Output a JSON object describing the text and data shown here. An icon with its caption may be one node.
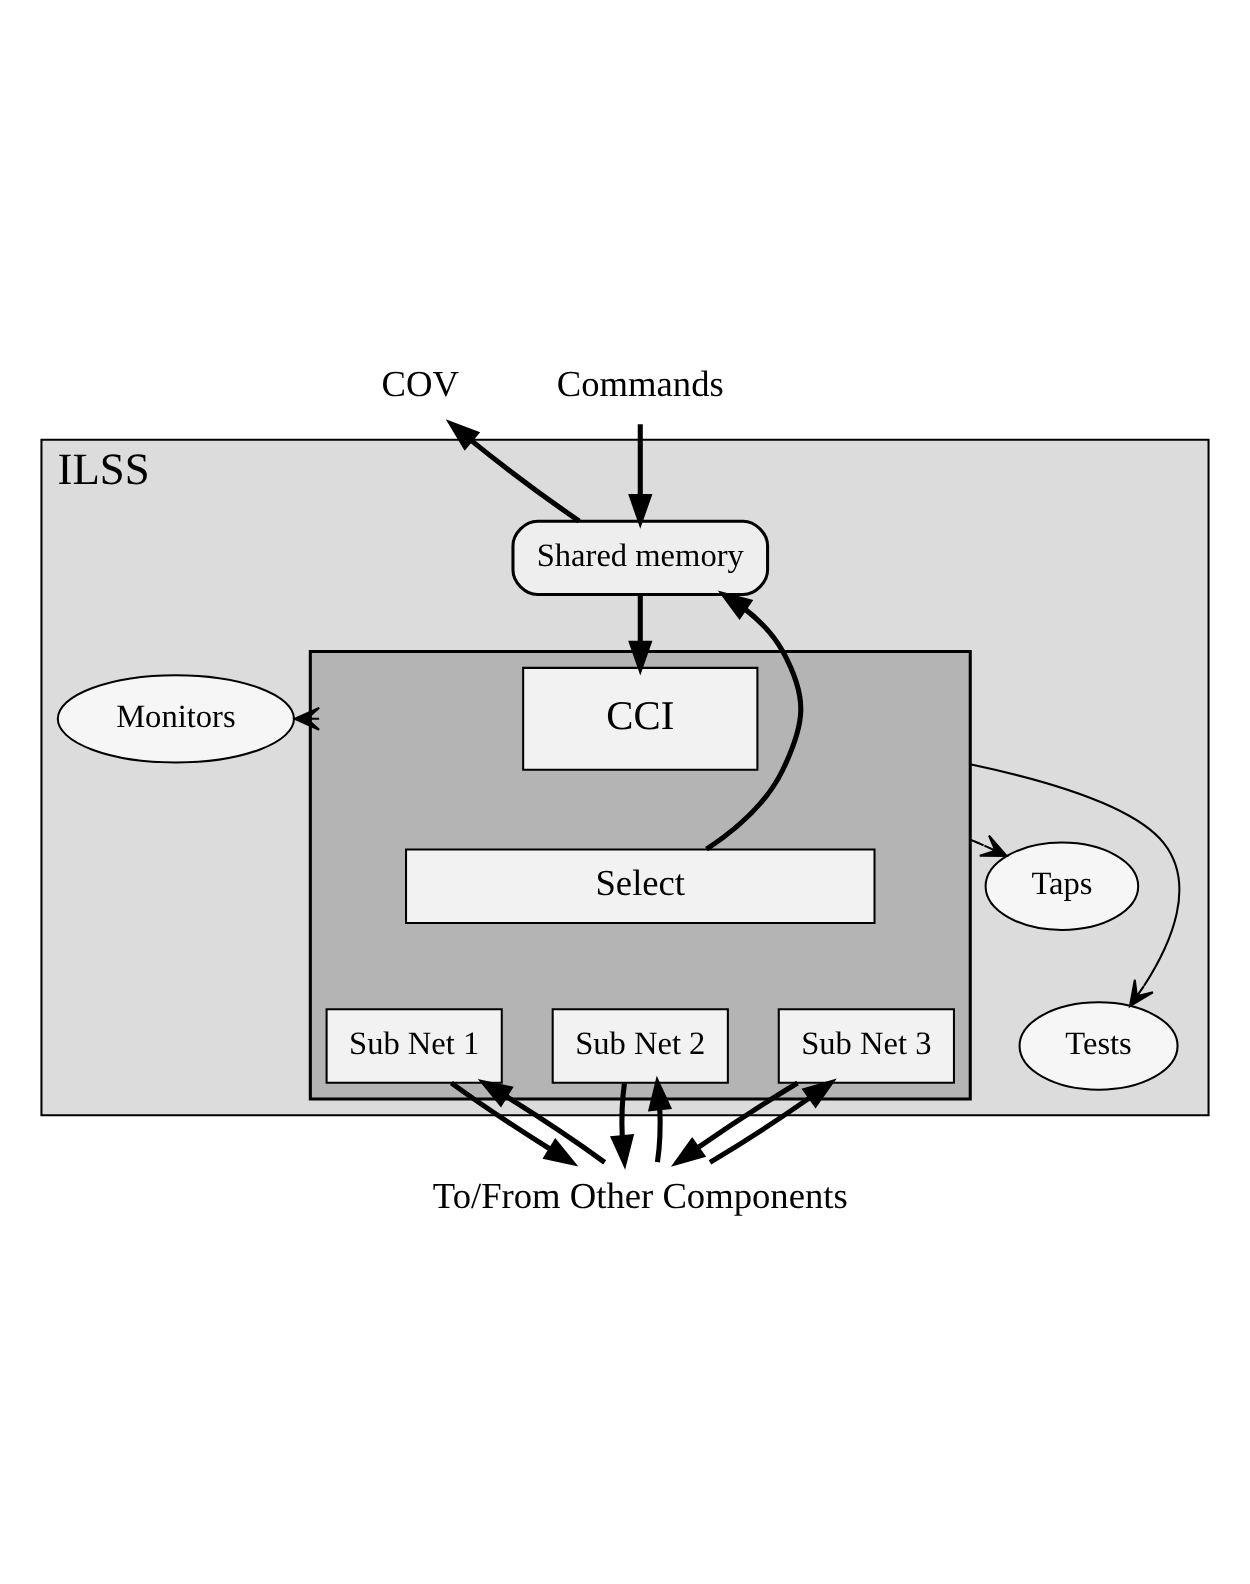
{
  "diagram": {
    "nodes": [
      {
        "text": [
          "ILSS"
        ]
      },
      {
        "text": [
          "Commands"
        ]
      },
      {
        "text": [
          "COV"
        ]
      },
      {
        "text": [
          "Shared memory"
        ],
        "in": 0
      },
      {
        "text": [],
        "shape": "box",
        "in": 0
      },
      {
        "text": [
          "CCI"
        ],
        "in": 4
      },
      {
        "text": [
          "Select"
        ],
        "in": 4
      },
      {
        "text": [
          "Sub Net 1"
        ],
        "in": 4
      },
      {
        "text": [
          "Sub Net 2"
        ],
        "in": 4
      },
      {
        "text": [
          "Sub Net 3"
        ],
        "in": 4
      },
      {
        "text": [
          "Monitors"
        ],
        "in": 0
      },
      {
        "text": [
          "Taps"
        ],
        "in": 0
      },
      {
        "text": [
          "Tests"
        ],
        "in": 0
      },
      {
        "text": [
          "To/From Other Components"
        ]
      }
    ],
    "edges": [
      {
        "from": 1,
        "to": 3,
        "arrow": "to"
      },
      {
        "from": 3,
        "to": 2,
        "arrow": "to"
      },
      {
        "from": 3,
        "to": 5,
        "arrow": "to"
      },
      {
        "from": 6,
        "to": 3,
        "arrow": "to"
      },
      {
        "from": 4,
        "to": 10,
        "arrow": "to"
      },
      {
        "from": 4,
        "to": 11,
        "arrow": "to"
      },
      {
        "from": 4,
        "to": 12,
        "arrow": "to"
      },
      {
        "from": 7,
        "to": 13,
        "arrow": "to"
      },
      {
        "from": 13,
        "to": 7,
        "arrow": "to"
      },
      {
        "from": 8,
        "to": 13,
        "arrow": "to"
      },
      {
        "from": 13,
        "to": 8,
        "arrow": "to"
      },
      {
        "from": 9,
        "to": 13,
        "arrow": "to"
      },
      {
        "from": 13,
        "to": 9,
        "arrow": "to"
      }
    ]
  }
}
